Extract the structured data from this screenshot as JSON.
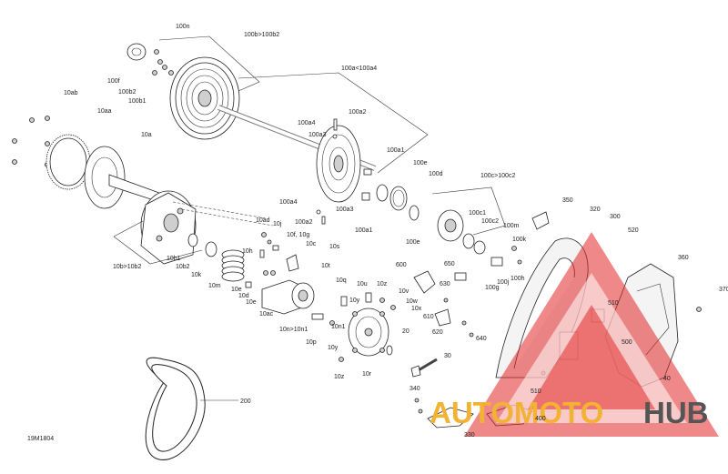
{
  "diagram_id": "19M1804",
  "watermark": {
    "part1": "AUTOMOTO",
    "part2": "HUB",
    "color1": "#f2b233",
    "color2": "#555555",
    "triangle_color": "#e23a3a"
  },
  "labels": {
    "l100n": "100n",
    "l100b_100b2": "100b>100b2",
    "l100f": "100f",
    "l100b2": "100b2",
    "l100b1": "100b1",
    "l100a_100a4": "100a<100a4",
    "l10ab": "10ab",
    "l10aa": "10aa",
    "l10a": "10a",
    "l100a4": "100a4",
    "l100a2": "100a2",
    "l100a3_top": "100a3",
    "l100a1_top": "100a1",
    "l100e_top": "100e",
    "l100d": "100d",
    "l100c_100c2": "100c>100c2",
    "l100a4_low": "100a4",
    "l100a3_low": "100a3",
    "l100a2_low": "100a2",
    "l100a1_low": "100a1",
    "l100e_low": "100e",
    "l100c1": "100c1",
    "l100c2": "100c2",
    "l100m": "100m",
    "l100k": "100k",
    "l100h": "100h",
    "l100g": "100g",
    "l100j": "100j",
    "l350": "350",
    "l320": "320",
    "l300": "300",
    "l520": "520",
    "l360": "360",
    "l370": "370",
    "l510a": "510",
    "l510b": "510",
    "l500": "500",
    "l40": "40",
    "l10ad": "10ad",
    "l10j": "10j",
    "l10f_10g": "10f, 10g",
    "l10c": "10c",
    "l10s": "10s",
    "l10h": "10h",
    "l10t": "10t",
    "l10b1": "10b1",
    "l10b2": "10b2",
    "l10k": "10k",
    "l10b_10b2": "10b>10b2",
    "l10m": "10m",
    "l10e_a": "10e",
    "l10d": "10d",
    "l10e_b": "10e",
    "l10ac": "10ac",
    "l10q": "10q",
    "l10u": "10u",
    "l10z_top": "10z",
    "l10v": "10v",
    "l10w": "10w",
    "l10x": "10x",
    "l10y_a": "10y",
    "l10n_10n1": "10n>10n1",
    "l10n1": "10n1",
    "l10p": "10p",
    "l10y_b": "10y",
    "l10z_low": "10z",
    "l10r": "10r",
    "l600": "600",
    "l650": "650",
    "l630": "630",
    "l610": "610",
    "l620": "620",
    "l640": "640",
    "l20": "20",
    "l30": "30",
    "l200": "200",
    "l340": "340",
    "l330": "330",
    "l400": "400"
  }
}
